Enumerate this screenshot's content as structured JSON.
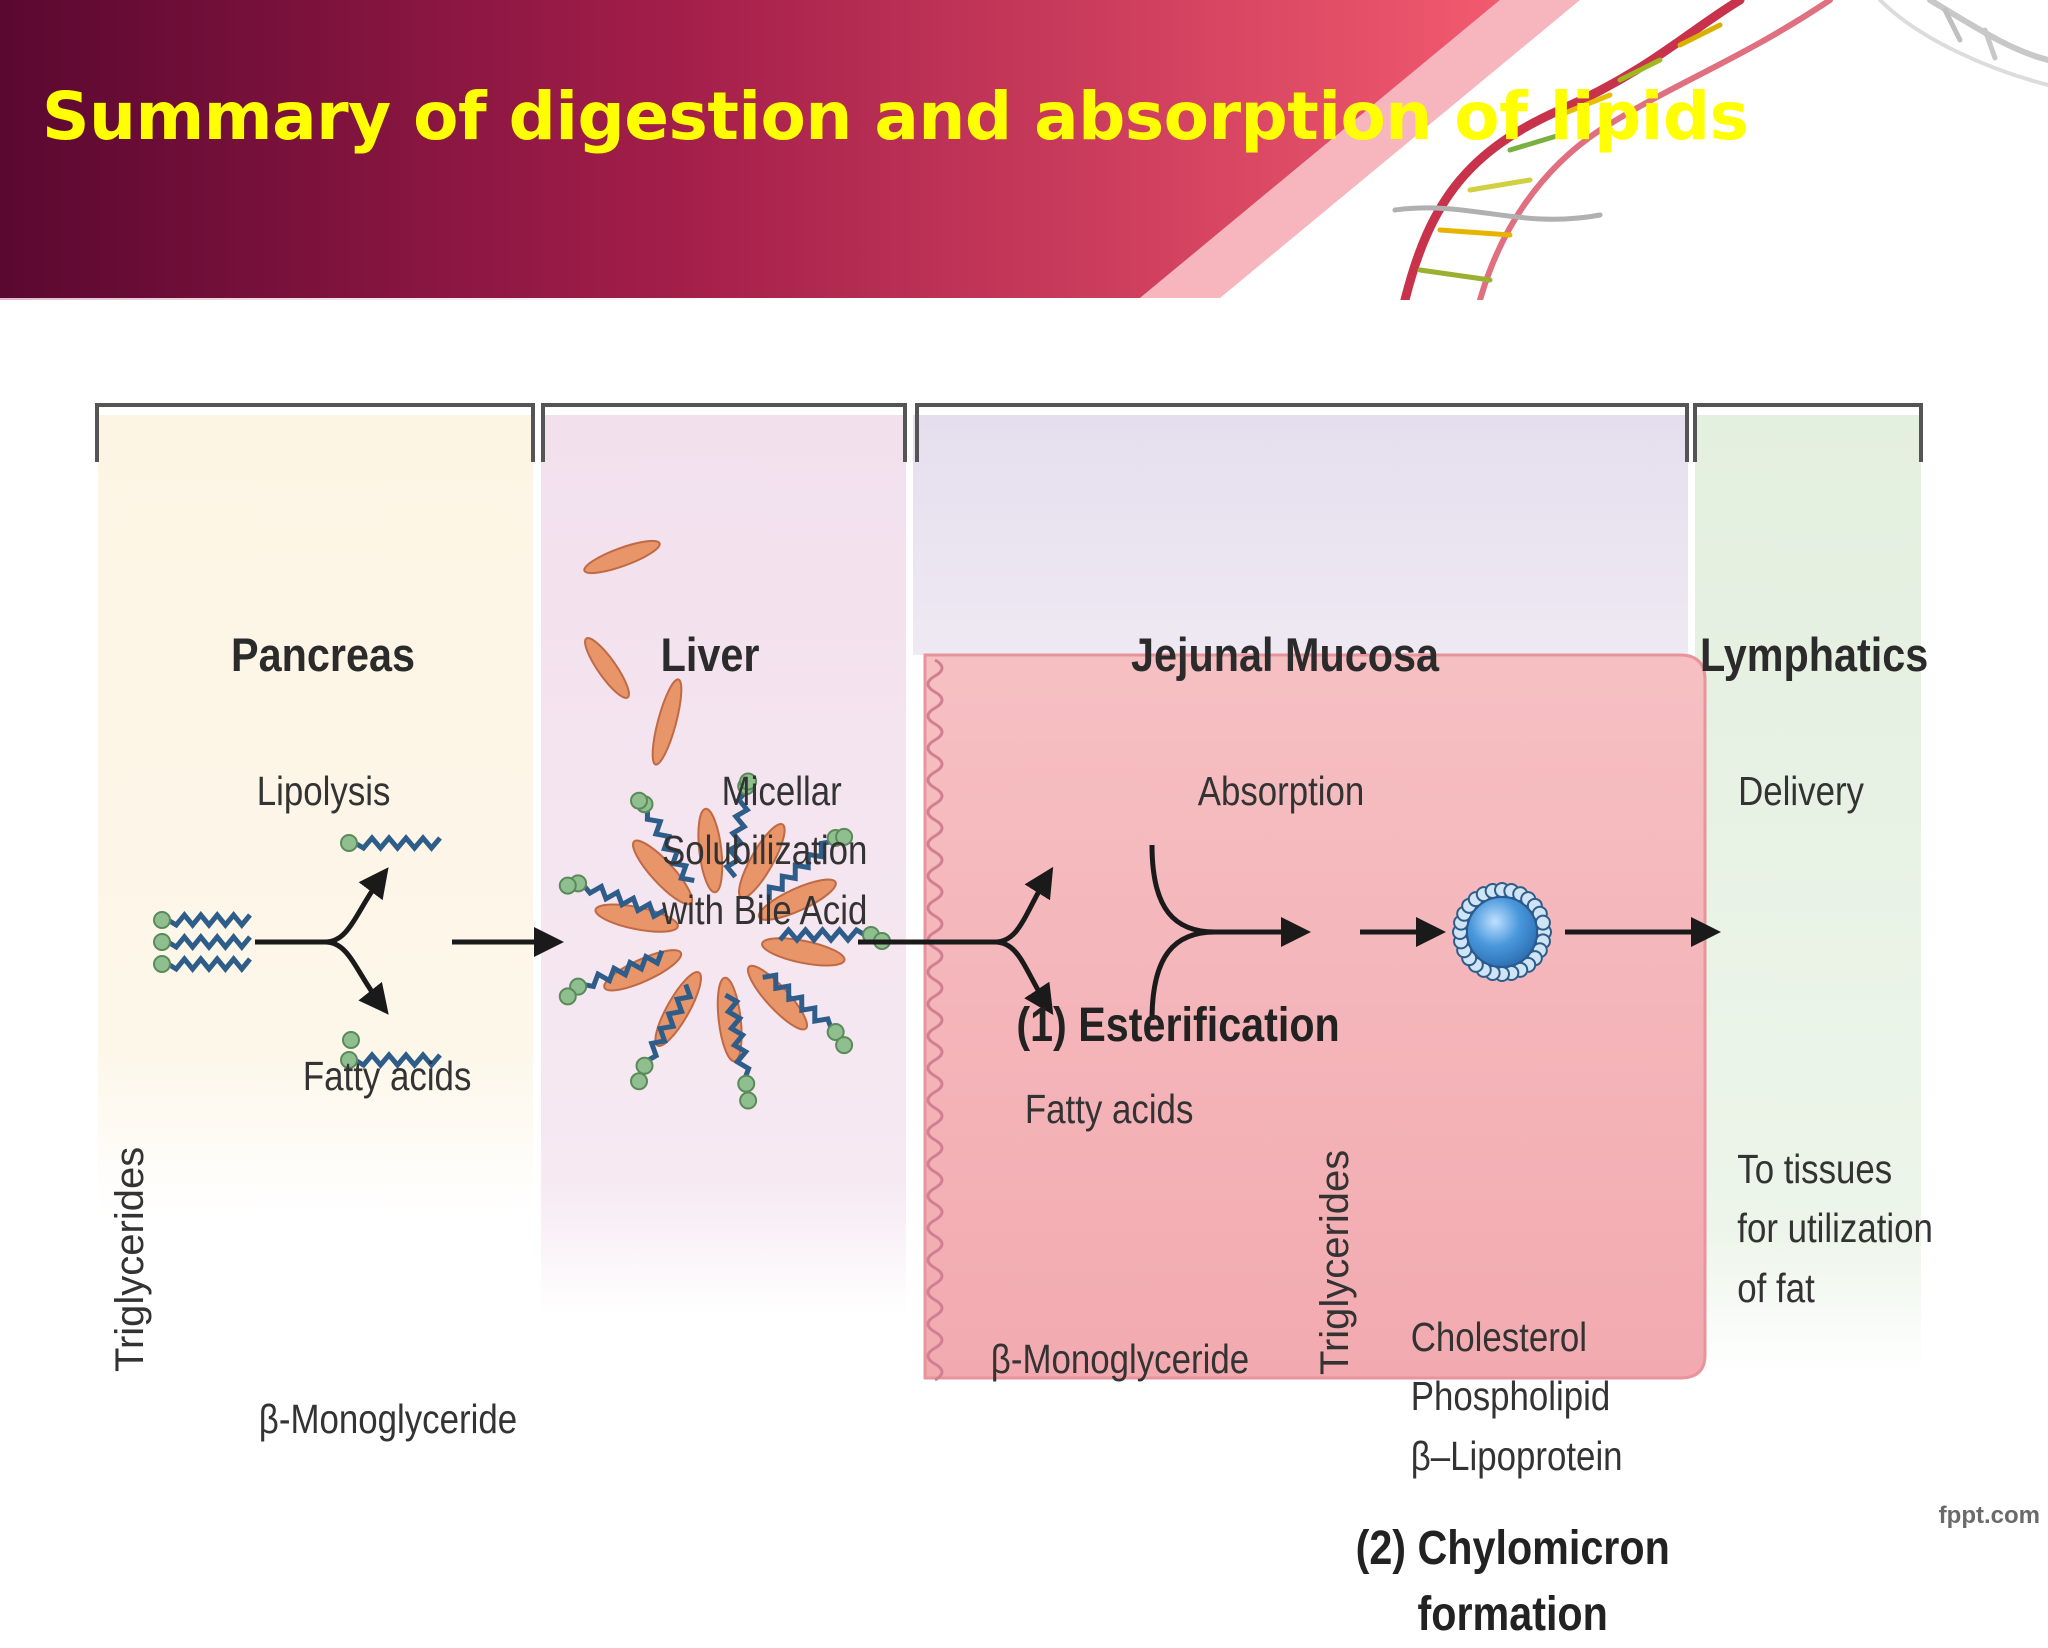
{
  "slide": {
    "title": "Summary of digestion and absorption of lipids",
    "footer_credit": "fppt.com"
  },
  "sections": [
    {
      "id": "pancreas",
      "header": "Pancreas",
      "process": "Lipolysis",
      "color": "#fdf6e6"
    },
    {
      "id": "liver",
      "header": "Liver",
      "process_lines": [
        "Micellar",
        "Solubilization",
        "with Bile Acid"
      ],
      "color": "#f3e2ee"
    },
    {
      "id": "jejunal",
      "header": "Jejunal Mucosa",
      "process": "Absorption",
      "color": "#e6dfee"
    },
    {
      "id": "lymphatics",
      "header": "Lymphatics",
      "process": "Delivery",
      "color": "#e7f1e4"
    }
  ],
  "pancreas_labels": {
    "triglycerides": "Triglycerides",
    "fatty_acids": "Fatty acids",
    "monoglyceride": "β-Monoglyceride"
  },
  "mucosa": {
    "step1": "(1) Esterification",
    "fatty_acids": "Fatty acids",
    "monoglyceride": "β-Monoglyceride",
    "triglycerides": "Triglycerides",
    "components": [
      "Cholesterol",
      "Phospholipid",
      "β–Lipoprotein"
    ],
    "step2_lines": [
      "(2) Chylomicron",
      "formation"
    ],
    "cell_color": "#f4b4b8"
  },
  "lymph_output": [
    "To tissues",
    "for utilization",
    "of fat"
  ],
  "colors": {
    "header_dark": "#5c0a2c",
    "header_mid": "#c43357",
    "title": "#ffff00",
    "arrow": "#1a1a1a",
    "lipid_tail": "#2f5d8a",
    "lipid_head": "#8fbf8f",
    "bile_acid": "#e8956a",
    "chylomicron_core": "#3f8fd6"
  },
  "icons": [
    "dna-helix-icon"
  ]
}
